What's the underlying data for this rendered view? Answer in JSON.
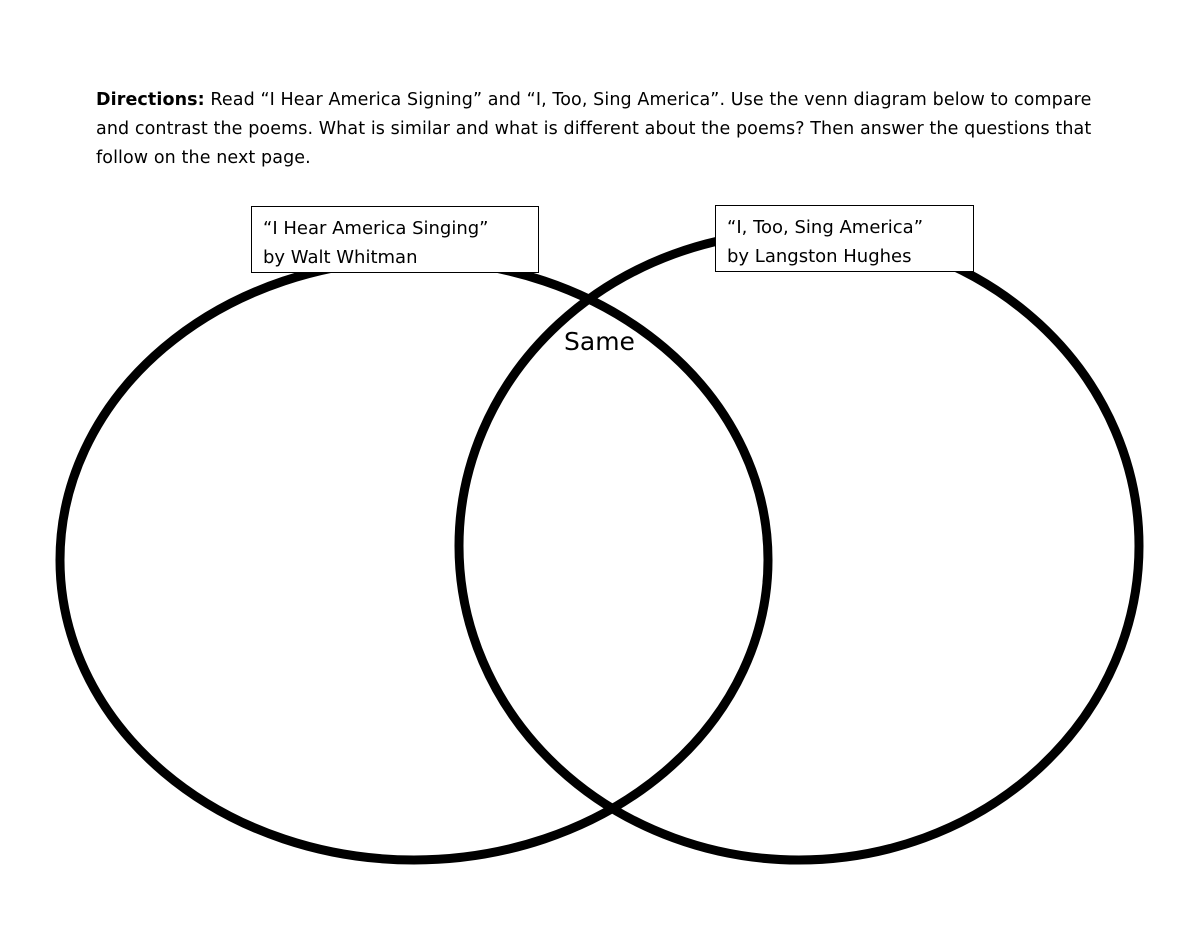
{
  "directions": {
    "lead": "Directions:",
    "text": " Read “I Hear America Signing” and “I, Too, Sing America”. Use the venn diagram below to compare and contrast the poems. What is similar and what is different about the poems? Then answer the questions that follow on the next page."
  },
  "venn": {
    "left": {
      "title": "“I Hear America Singing”",
      "author": "by Walt Whitman"
    },
    "right": {
      "title": "“I, Too, Sing America”",
      "author": "by Langston Hughes"
    },
    "overlap_label": "Same",
    "stroke_color": "#000000"
  }
}
